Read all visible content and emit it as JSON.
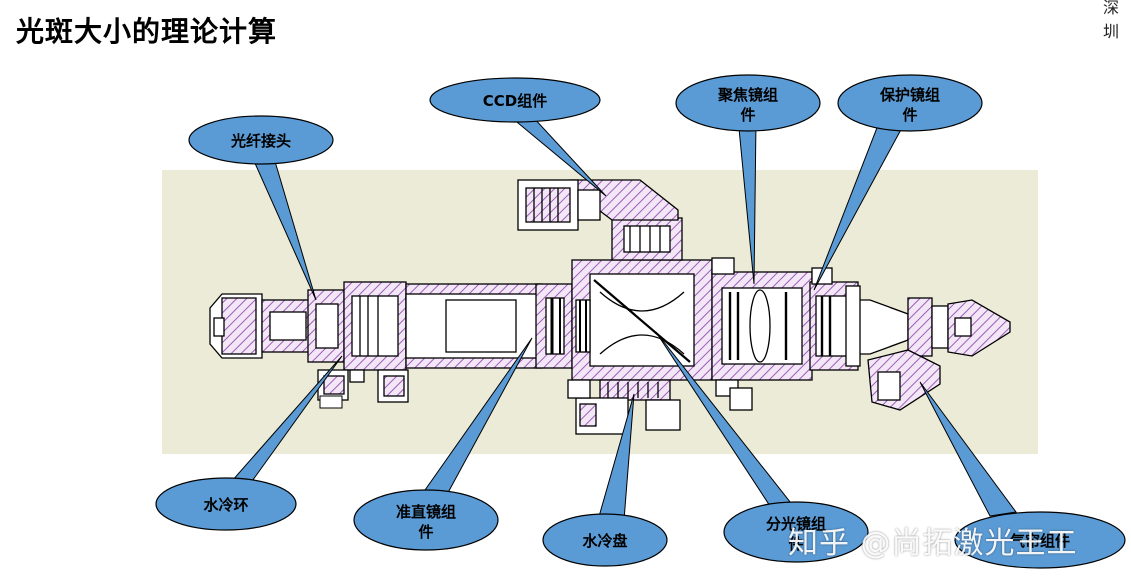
{
  "title": "光斑大小的理论计算",
  "corner_text": "深圳",
  "watermark": "知乎 @尚拓激光王工",
  "callouts": {
    "ccd": [
      "CCD组件"
    ],
    "focus": [
      "聚焦镜组",
      "件"
    ],
    "protect": [
      "保护镜组",
      "件"
    ],
    "fiber": [
      "光纤接头"
    ],
    "water_ring": [
      "水冷环"
    ],
    "collimate": [
      "准直镜组",
      "件"
    ],
    "water_plate": [
      "水冷盘"
    ],
    "split": [
      "分光镜组",
      "件"
    ],
    "nozzle": [
      "气帘组件"
    ]
  },
  "colors": {
    "callout_fill": "#5b9bd5",
    "panel": "#ecebd8",
    "hatch": "#9b5fb5"
  }
}
